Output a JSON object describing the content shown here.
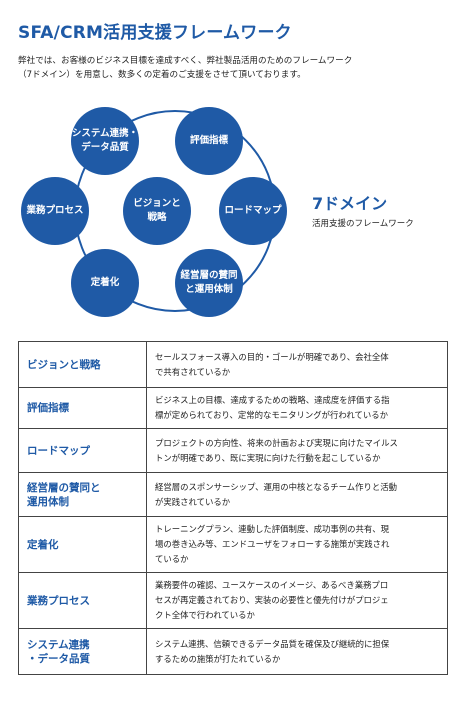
{
  "header": {
    "title": "SFA/CRM活用支援フレームワーク",
    "intro_lines": [
      "弊社では、お客様のビジネス目標を達成すべく、弊社製品活用のためのフレームワーク",
      "（7ドメイン）を用意し、数多くの定着のご支援をさせて頂いております。"
    ]
  },
  "diagram": {
    "center": [
      "ビジョンと",
      "戦略"
    ],
    "ring": [
      {
        "lines": [
          "システム連携・",
          "データ品質"
        ]
      },
      {
        "lines": [
          "評価指標"
        ]
      },
      {
        "lines": [
          "ロードマップ"
        ]
      },
      {
        "lines": [
          "経営層の賛同",
          "と運用体制"
        ]
      },
      {
        "lines": [
          "定着化"
        ]
      },
      {
        "lines": [
          "業務プロセス"
        ]
      }
    ],
    "brand_title": "7ドメイン",
    "brand_subtitle": "活用支援のフレームワーク",
    "circle_color": "#1f5aa6"
  },
  "table": {
    "rows": [
      {
        "label": [
          "ビジョンと戦略"
        ],
        "desc": [
          "セールスフォース導入の目的・ゴールが明確であり、会社全体",
          "で共有されているか"
        ]
      },
      {
        "label": [
          "評価指標"
        ],
        "desc": [
          "ビジネス上の目標、達成するための戦略、達成度を評価する指",
          "標が定められており、定常的なモニタリングが行われているか"
        ]
      },
      {
        "label": [
          "ロードマップ"
        ],
        "desc": [
          "プロジェクトの方向性、将来の計画および実現に向けたマイルス",
          "トンが明確であり、既に実現に向けた行動を起こしているか"
        ]
      },
      {
        "label": [
          "経営層の賛同と",
          "運用体制"
        ],
        "desc": [
          "経営層のスポンサーシップ、運用の中核となるチーム作りと活動",
          "が実践されているか"
        ]
      },
      {
        "label": [
          "定着化"
        ],
        "desc": [
          "トレーニングプラン、連動した評価制度、成功事例の共有、現",
          "場の巻き込み等、エンドユーザをフォローする施策が実践され",
          "ているか"
        ]
      },
      {
        "label": [
          "業務プロセス"
        ],
        "desc": [
          "業務要件の確認、ユースケースのイメージ、あるべき業務プロ",
          "セスが再定義されており、実装の必要性と優先付けがプロジェ",
          "クト全体で行われているか"
        ]
      },
      {
        "label": [
          "システム連携",
          "・データ品質"
        ],
        "desc": [
          "システム連携、信頼できるデータ品質を確保及び継続的に担保",
          "するための施策が打たれているか"
        ]
      }
    ]
  }
}
